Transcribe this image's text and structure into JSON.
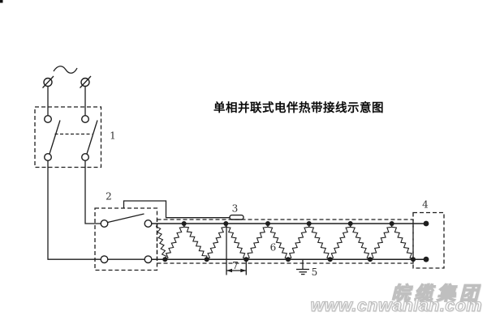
{
  "title": "单相并联式电伴热带接线示意图",
  "power": {
    "ac_symbol": "~"
  },
  "labels": {
    "power_switch": "1",
    "thermostat": "2",
    "temperature_sensor": "3",
    "end_termination": "4",
    "ground": "5",
    "heating_wire": "6",
    "spacing_dimension": "7"
  },
  "watermark": {
    "company_name": "皖缆集团",
    "website": "www.cnwanlan.com"
  },
  "colors": {
    "line": "#1e1e1e",
    "background": "#ffffff",
    "label_text": "#333333",
    "watermark_stroke": "#bfbfbf"
  }
}
